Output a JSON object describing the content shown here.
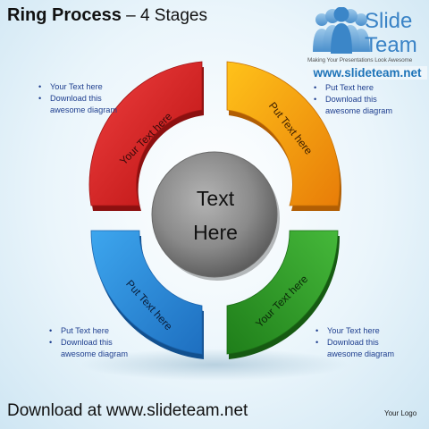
{
  "title": {
    "main": "Ring Process",
    "sub": " – 4 Stages"
  },
  "logo": {
    "word1": "Slide",
    "word2": "Team",
    "tagline": "Making Your Presentations Look Awesome",
    "url": "www.slideteam.net",
    "icon": "people-group-icon"
  },
  "center": {
    "line1": "Text",
    "line2": "Here"
  },
  "segments": [
    {
      "label": "Your Text here",
      "color": "#d42020"
    },
    {
      "label": "Put Text here",
      "color": "#f0900a"
    },
    {
      "label": "Your Text here",
      "color": "#2d9a25"
    },
    {
      "label": "Put Text here",
      "color": "#2d8fd8"
    }
  ],
  "bullets": {
    "top_left": {
      "item1": "Your Text  here",
      "item2": "Download this",
      "item2_cont": "awesome diagram"
    },
    "top_right": {
      "item1": "Put Text here",
      "item2": "Download this",
      "item2_cont": "awesome diagram"
    },
    "bottom_left": {
      "item1": "Put Text  here",
      "item2": "Download this",
      "item2_cont": "awesome diagram"
    },
    "bottom_right": {
      "item1": "Your Text here",
      "item2": "Download this",
      "item2_cont": "awesome diagram"
    }
  },
  "footer": {
    "download": "Download at www.slideteam.net",
    "your_logo": "Your Logo"
  }
}
